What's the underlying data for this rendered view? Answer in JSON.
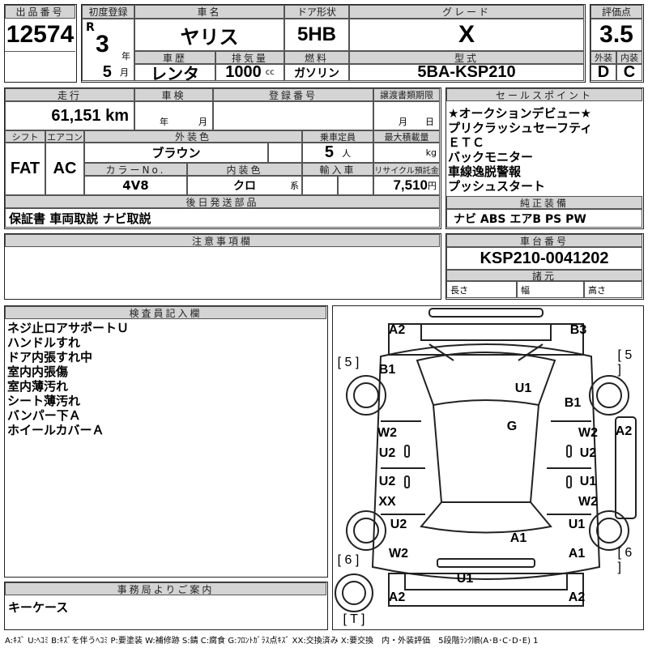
{
  "lot": {
    "label": "出品番号",
    "value": "12574"
  },
  "first_reg": {
    "label": "初度登録",
    "era": "R",
    "year": "3",
    "year_unit": "年",
    "month": "5",
    "month_unit": "月"
  },
  "car_name": {
    "label": "車名",
    "value": "ヤリス"
  },
  "door": {
    "label": "ドア形状",
    "value": "5HB"
  },
  "grade": {
    "label": "グレード",
    "value": "X"
  },
  "history": {
    "label": "車歴",
    "value": "レンタ"
  },
  "displacement": {
    "label": "排気量",
    "value": "1000",
    "unit": "cc"
  },
  "fuel": {
    "label": "燃料",
    "value": "ガソリン"
  },
  "model": {
    "label": "型式",
    "value": "5BA-KSP210"
  },
  "score": {
    "label": "評価点",
    "value": "3.5",
    "ext_label": "外装",
    "int_label": "内装",
    "ext": "D",
    "int": "C"
  },
  "mileage": {
    "label": "走行",
    "value": "61,151 km"
  },
  "inspection": {
    "label": "車検",
    "year_unit": "年",
    "month_unit": "月"
  },
  "reg_no": {
    "label": "登録番号"
  },
  "transfer": {
    "label": "譲渡書類期限",
    "month_unit": "月",
    "day_unit": "日"
  },
  "shift": {
    "label": "シフト",
    "value": "FAT"
  },
  "ac": {
    "label": "エアコン",
    "value": "AC"
  },
  "ext_color": {
    "label": "外装色",
    "value": "ブラウン"
  },
  "capacity": {
    "label": "乗車定員",
    "value": "5",
    "unit": "人"
  },
  "max_load": {
    "label": "最大積載量",
    "unit": "kg"
  },
  "color_no": {
    "label": "カラーNo.",
    "value": "4V8"
  },
  "int_color": {
    "label": "内装色",
    "value": "クロ",
    "unit": "系"
  },
  "import": {
    "label": "輸入車"
  },
  "recycle": {
    "label": "リサイクル預託金",
    "value": "7,510",
    "unit": "円"
  },
  "later_parts": {
    "label": "後日発送部品",
    "value": "保証書 車両取説 ナビ取説"
  },
  "sales_points": {
    "label": "セールスポイント",
    "items": [
      "★オークションデビュー★",
      "プリクラッシュセーフティ",
      "ＥＴＣ",
      "バックモニター",
      "車線逸脱警報",
      "プッシュスタート"
    ]
  },
  "equipment": {
    "label": "純正装備",
    "value": "ナビ ABS エアB PS PW"
  },
  "notes": {
    "label": "注意事項欄"
  },
  "chassis": {
    "label": "車台番号",
    "value": "KSP210-0041202",
    "spec_label": "諸元",
    "length": "長さ",
    "width": "幅",
    "height": "高さ"
  },
  "inspector": {
    "label": "検査員記入欄",
    "items": [
      "ネジ止ロアサポートＵ",
      "ハンドルすれ",
      "ドア内張すれ中",
      "室内内張傷",
      "室内薄汚れ",
      "シート薄汚れ",
      "バンパー下Ａ",
      "ホイールカバーＡ"
    ]
  },
  "office": {
    "label": "事務局よりご案内",
    "value": "キーケース"
  },
  "diagram": {
    "marks": [
      "A2",
      "B3",
      "[ 5 ]",
      "[ 5 ]",
      "B1",
      "U1",
      "B1",
      "G",
      "W2",
      "W2",
      "A2",
      "U2",
      "U2",
      "U2",
      "U1",
      "XX",
      "W2",
      "U2",
      "U1",
      "A1",
      "[ 6 ]",
      "W2",
      "A1",
      "[ 6 ]",
      "U1",
      "A2",
      "A2",
      "[ T ]"
    ]
  },
  "legend": "A:ｷｽﾞ U:ﾍｺﾐ B:ｷｽﾞを伴うﾍｺﾐ P:要塗装 W:補修跡 S:錆 C:腐食 G:ﾌﾛﾝﾄｶﾞﾗｽ点ｷｽﾞ XX:交換済み X:要交換　内・外装評価　5段階ﾗﾝｸ順(A･B･C･D･E) 1"
}
